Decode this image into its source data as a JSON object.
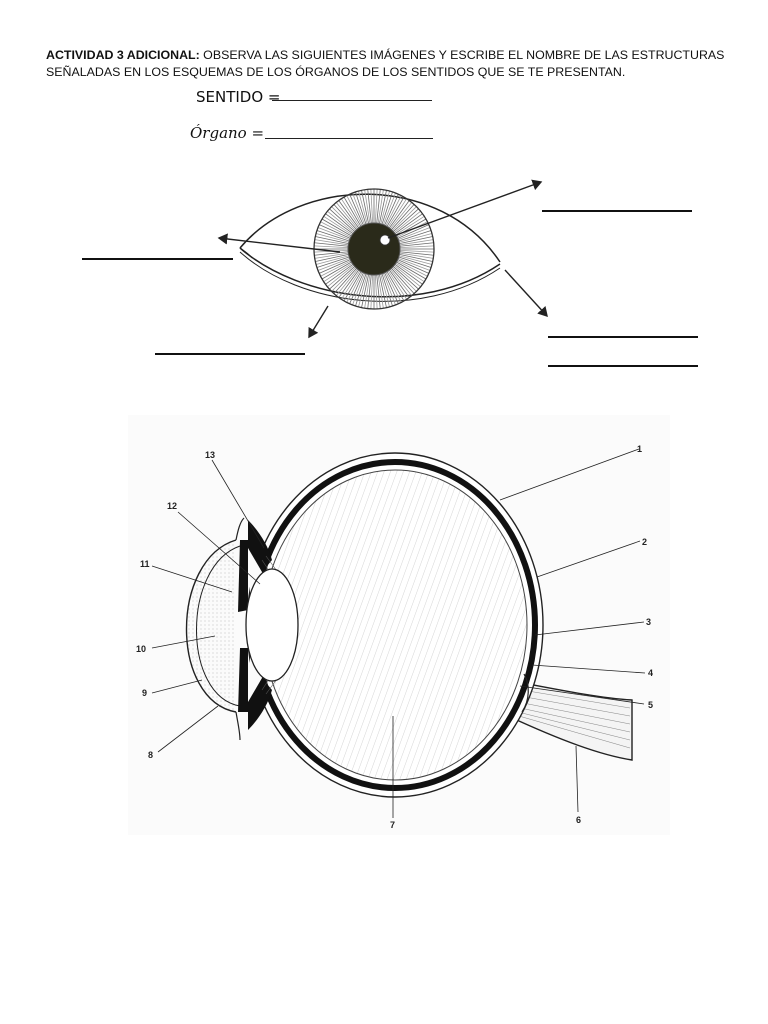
{
  "instructions": {
    "lead": "ACTIVIDAD 3 ADICIONAL:",
    "text": " OBSERVA LAS SIGUIENTES IMÁGENES Y ESCRIBE EL NOMBRE DE LAS ESTRUCTURAS SEÑALADAS EN LOS ESQUEMAS DE LOS ÓRGANOS DE LOS SENTIDOS QUE SE TE PRESENTAN."
  },
  "fields": {
    "sentido": "SENTIDO =",
    "organo": "Órgano ="
  },
  "eye_section_labels": [
    "1",
    "2",
    "3",
    "4",
    "5",
    "6",
    "7",
    "8",
    "9",
    "10",
    "11",
    "12",
    "13"
  ]
}
